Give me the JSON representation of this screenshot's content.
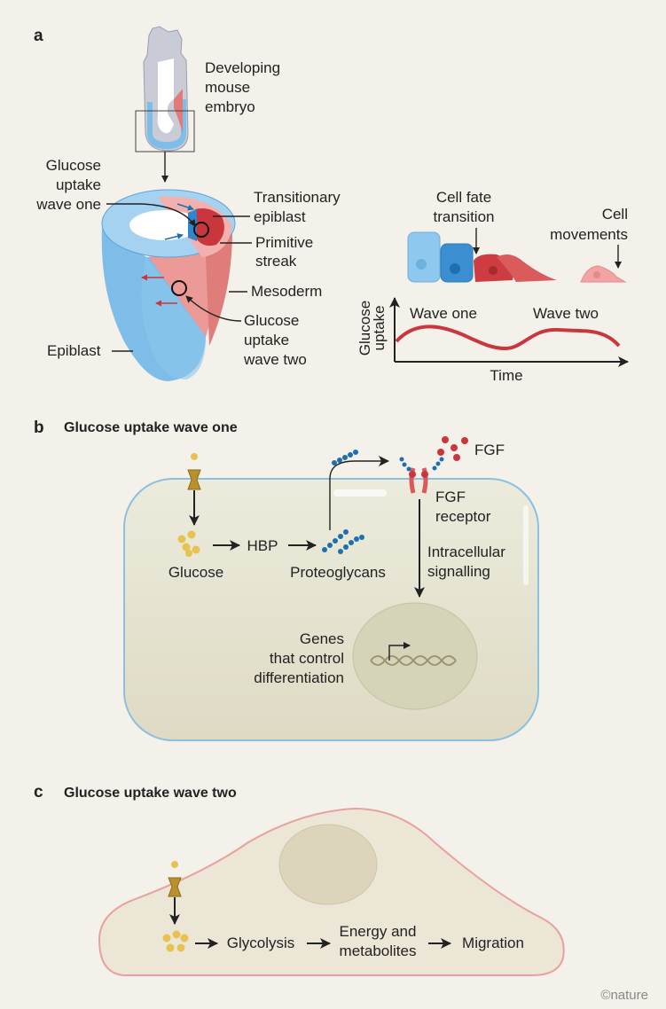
{
  "panel_a": {
    "label": "a",
    "embryo_label": [
      "Developing",
      "mouse",
      "embryo"
    ],
    "wave_one_label": [
      "Glucose",
      "uptake",
      "wave one"
    ],
    "transitionary_label": [
      "Transitionary",
      "epiblast"
    ],
    "streak_label": [
      "Primitive",
      "streak"
    ],
    "mesoderm_label": "Mesoderm",
    "wave_two_label": [
      "Glucose",
      "uptake",
      "wave two"
    ],
    "epiblast_label": "Epiblast",
    "cell_fate_label": [
      "Cell fate",
      "transition"
    ],
    "cell_movements_label": [
      "Cell",
      "movements"
    ],
    "graph": {
      "ylabel": [
        "Glucose",
        "uptake"
      ],
      "xlabel": "Time",
      "peak1": "Wave one",
      "peak2": "Wave two"
    }
  },
  "panel_b": {
    "label": "b",
    "title": "Glucose uptake wave one",
    "glucose": "Glucose",
    "hbp": "HBP",
    "proteoglycans": "Proteoglycans",
    "fgf": "FGF",
    "fgf_receptor": [
      "FGF",
      "receptor"
    ],
    "signalling": [
      "Intracellular",
      "signalling"
    ],
    "genes": [
      "Genes",
      "that control",
      "differentiation"
    ]
  },
  "panel_c": {
    "label": "c",
    "title": "Glucose uptake wave two",
    "glycolysis": "Glycolysis",
    "energy": [
      "Energy and",
      "metabolites"
    ],
    "migration": "Migration"
  },
  "credit": "©nature",
  "colors": {
    "background": "#f3f1ea",
    "epiblast_blue": "#7dbde8",
    "mesoderm_pink": "#ec9a98",
    "streak_red": "#c9373d",
    "cell_fill": "#e5e2cf",
    "glucose_yellow": "#e8c152"
  }
}
